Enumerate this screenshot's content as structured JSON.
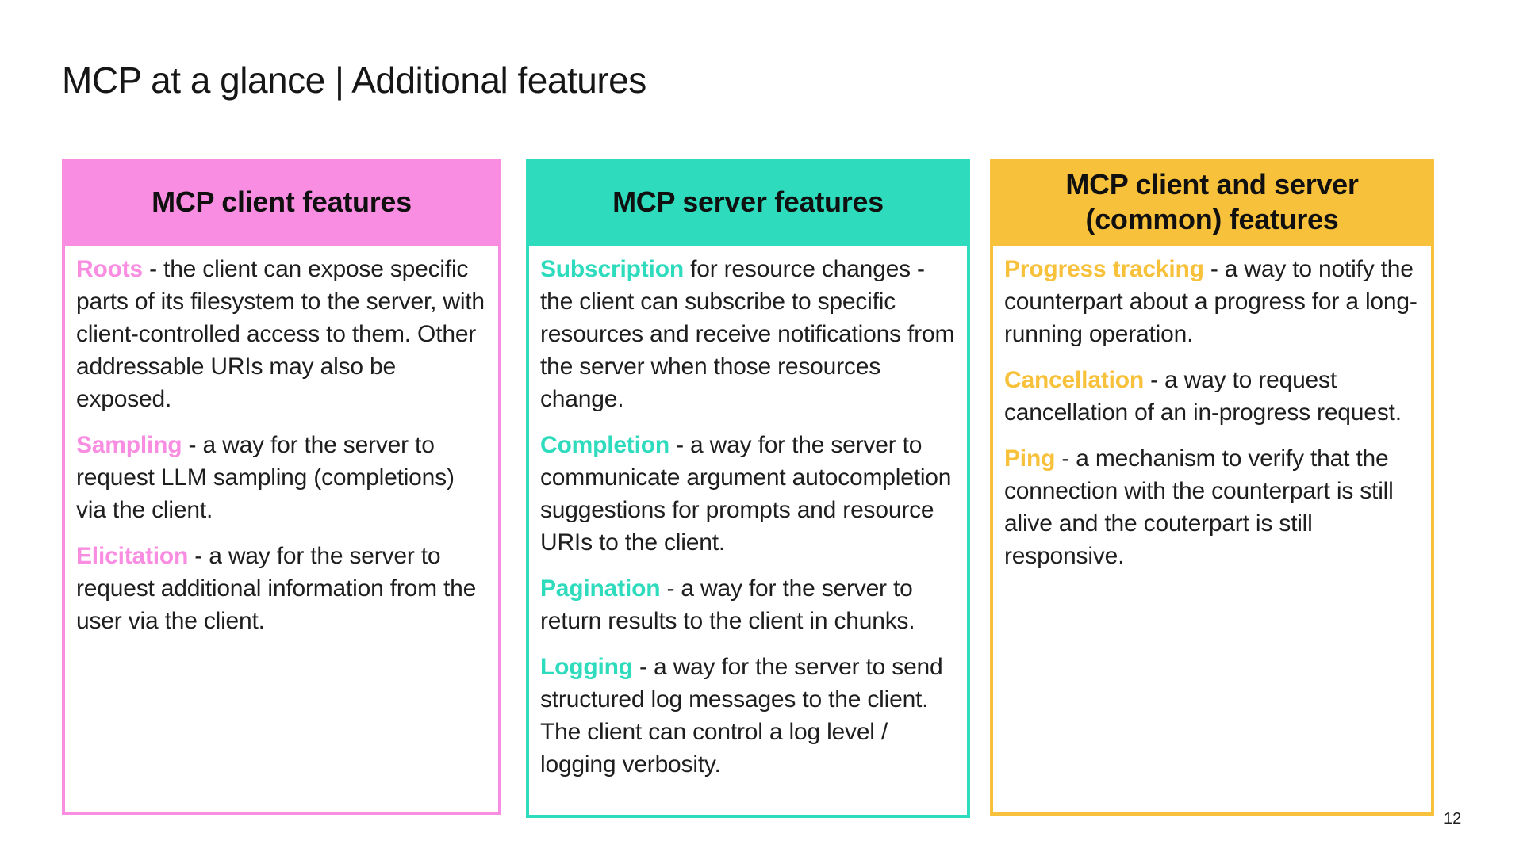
{
  "title": "MCP at a glance | Additional features",
  "page_number": "12",
  "colors": {
    "pink": "#F88DE2",
    "teal": "#2EDBBD",
    "yellow": "#F7C13C",
    "ink": "#1E1E1E",
    "background": "#FFFFFF"
  },
  "columns": [
    {
      "header_lines": [
        "MCP client features"
      ],
      "items": [
        {
          "term": "Roots",
          "rest": " - the client can expose specific parts of its filesystem to the server, with client-controlled access to them. Other addressable URIs may also be exposed."
        },
        {
          "term": "Sampling",
          "rest": " - a way for the server to request LLM sampling (completions) via the client."
        },
        {
          "term": "Elicitation",
          "rest": " - a way for the server to request additional information from the user via the client."
        }
      ]
    },
    {
      "header_lines": [
        "MCP server features"
      ],
      "items": [
        {
          "term": "Subscription",
          "rest": " for resource changes - the client can subscribe to specific resources and receive notifications from the server when those resources change."
        },
        {
          "term": "Completion",
          "rest": " - a way for the server to communicate argument autocompletion suggestions for prompts and resource URIs to the client."
        },
        {
          "term": "Pagination",
          "rest": " - a way for the server to return results to the client in chunks."
        },
        {
          "term": "Logging",
          "rest": " - a way for the server to send structured log messages to the client. The client can control a log level / logging verbosity."
        }
      ]
    },
    {
      "header_lines": [
        "MCP client and server",
        "(common) features"
      ],
      "items": [
        {
          "term": "Progress tracking",
          "rest": " - a way to notify the counterpart about a progress for a long-running operation."
        },
        {
          "term": "Cancellation",
          "rest": " - a way to request cancellation of an in-progress request."
        },
        {
          "term": "Ping",
          "rest": " - a mechanism to verify that the connection with the counterpart is still alive and the couterpart is still responsive."
        }
      ]
    }
  ]
}
